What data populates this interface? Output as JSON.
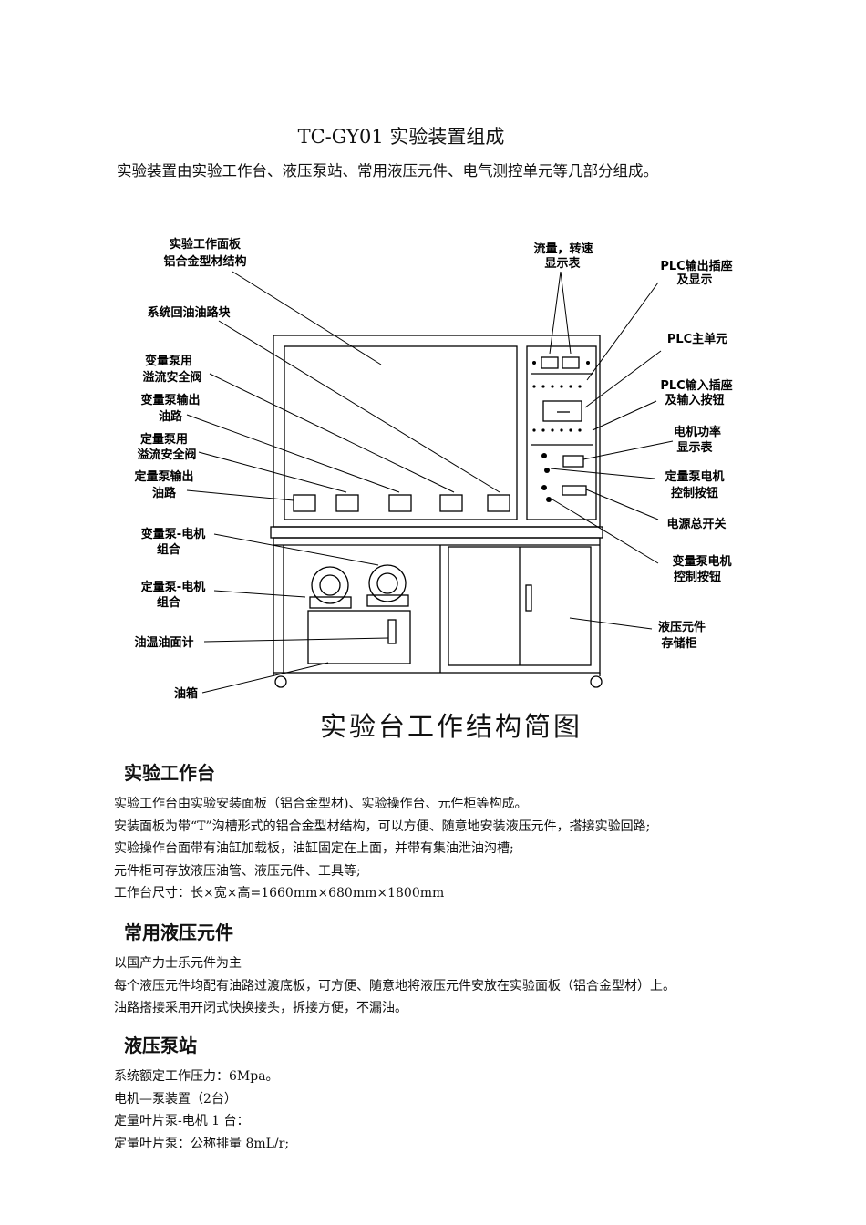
{
  "title": "TC-GY01 实验装置组成",
  "intro": "实验装置由实验工作台、液压泵站、常用液压元件、电气测控单元等几部分组成。",
  "diagram": {
    "caption": "实验台工作结构简图",
    "labels": {
      "panel_1": "实验工作面板",
      "panel_2": "铝合金型材结构",
      "return_block": "系统回油油路块",
      "var_relief_1": "变量泵用",
      "var_relief_2": "溢流安全阀",
      "var_out_1": "变量泵输出",
      "var_out_2": "油路",
      "fix_relief_1": "定量泵用",
      "fix_relief_2": "溢流安全阀",
      "fix_out_1": "定量泵输出",
      "fix_out_2": "油路",
      "var_combo_1": "变量泵-电机",
      "var_combo_2": "组合",
      "fix_combo_1": "定量泵-电机",
      "fix_combo_2": "组合",
      "oil_gauge": "油温油面计",
      "tank": "油箱",
      "flow_1": "流量，转速",
      "flow_2": "显示表",
      "plc_out_1": "PLC输出插座",
      "plc_out_2": "及显示",
      "plc_main": "PLC主单元",
      "plc_in_1": "PLC输入插座",
      "plc_in_2": "及输入按钮",
      "power_disp_1": "电机功率",
      "power_disp_2": "显示表",
      "fix_btn_1": "定量泵电机",
      "fix_btn_2": "控制按钮",
      "main_switch": "电源总开关",
      "var_btn_1": "变量泵电机",
      "var_btn_2": "控制按钮",
      "cabinet_1": "液压元件",
      "cabinet_2": "存储柜"
    }
  },
  "sections": {
    "workbench": {
      "heading": "实验工作台",
      "lines": [
        "实验工作台由实验安装面板（铝合金型材)、实验操作台、元件柜等构成。",
        "安装面板为带“T”沟槽形式的铝合金型材结构，可以方便、随意地安装液压元件，搭接实验回路;",
        "实验操作台面带有油缸加载板，油缸固定在上面，并带有集油泄油沟槽;",
        "元件柜可存放液压油管、液压元件、工具等;",
        "工作台尺寸：长×宽×高=1660mm×680mm×1800mm"
      ]
    },
    "components": {
      "heading": "常用液压元件",
      "lines": [
        "以国产力士乐元件为主",
        "每个液压元件均配有油路过渡底板，可方便、随意地将液压元件安放在实验面板（铝合金型材）上。",
        "油路搭接采用开闭式快换接头，拆接方便，不漏油。"
      ]
    },
    "pump_station": {
      "heading": "液压泵站",
      "lines": [
        "系统额定工作压力：6Mpa。",
        "电机—泵装置（2台）",
        "定量叶片泵-电机 1 台：",
        "定量叶片泵：公称排量 8mL/r;"
      ]
    }
  }
}
